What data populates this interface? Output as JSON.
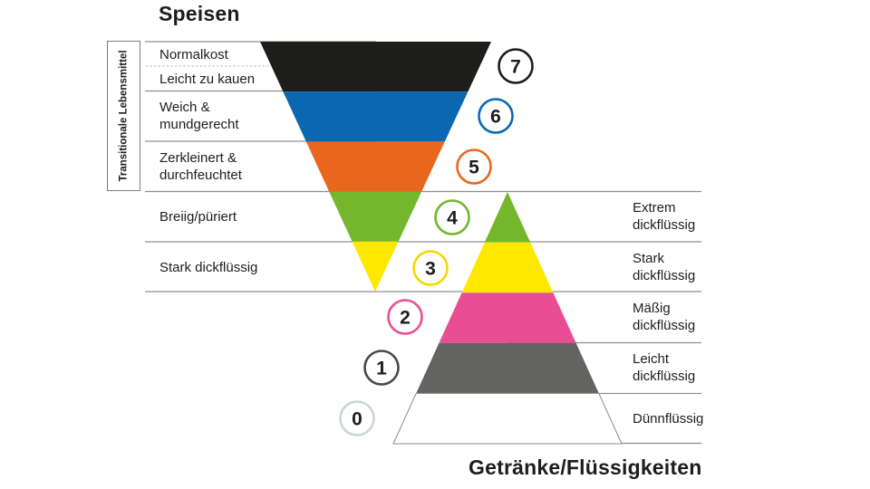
{
  "speisen": {
    "title": "Speisen",
    "side_label": "Transitionale Lebensmittel",
    "levels": [
      {
        "num": "7",
        "color": "#1d1d1b",
        "ring": "#1d1d1b",
        "label_top": "Normalkost",
        "label_bottom": "Leicht zu kauen"
      },
      {
        "num": "6",
        "color": "#0a68b1",
        "ring": "#0a68b1",
        "label": "Weich &\nmundgerecht"
      },
      {
        "num": "5",
        "color": "#e9671c",
        "ring": "#e9671c",
        "label": "Zerkleinert &\ndurchfeuchtet"
      },
      {
        "num": "4",
        "color": "#74b62c",
        "ring": "#74b62c",
        "label": "Breiig/püriert"
      },
      {
        "num": "3",
        "color": "#ffe800",
        "ring": "#f6d700",
        "label": "Stark dickflüssig"
      }
    ]
  },
  "getraenke": {
    "title": "Getränke/Flüssigkeiten",
    "levels": [
      {
        "num": "4",
        "color": "#74b62c",
        "label": "Extrem\ndickflüssig"
      },
      {
        "num": "3",
        "color": "#ffe800",
        "label": "Stark\ndickflüssig"
      },
      {
        "num": "2",
        "color": "#e94e95",
        "ring": "#e94e95",
        "label": "Mäßig\ndickflüssig"
      },
      {
        "num": "1",
        "color": "#636362",
        "ring": "#4a4a49",
        "label": "Leicht\ndickflüssig"
      },
      {
        "num": "0",
        "color": "#ffffff",
        "ring": "#ccd5d9",
        "label": "Dünnflüssig"
      }
    ]
  }
}
